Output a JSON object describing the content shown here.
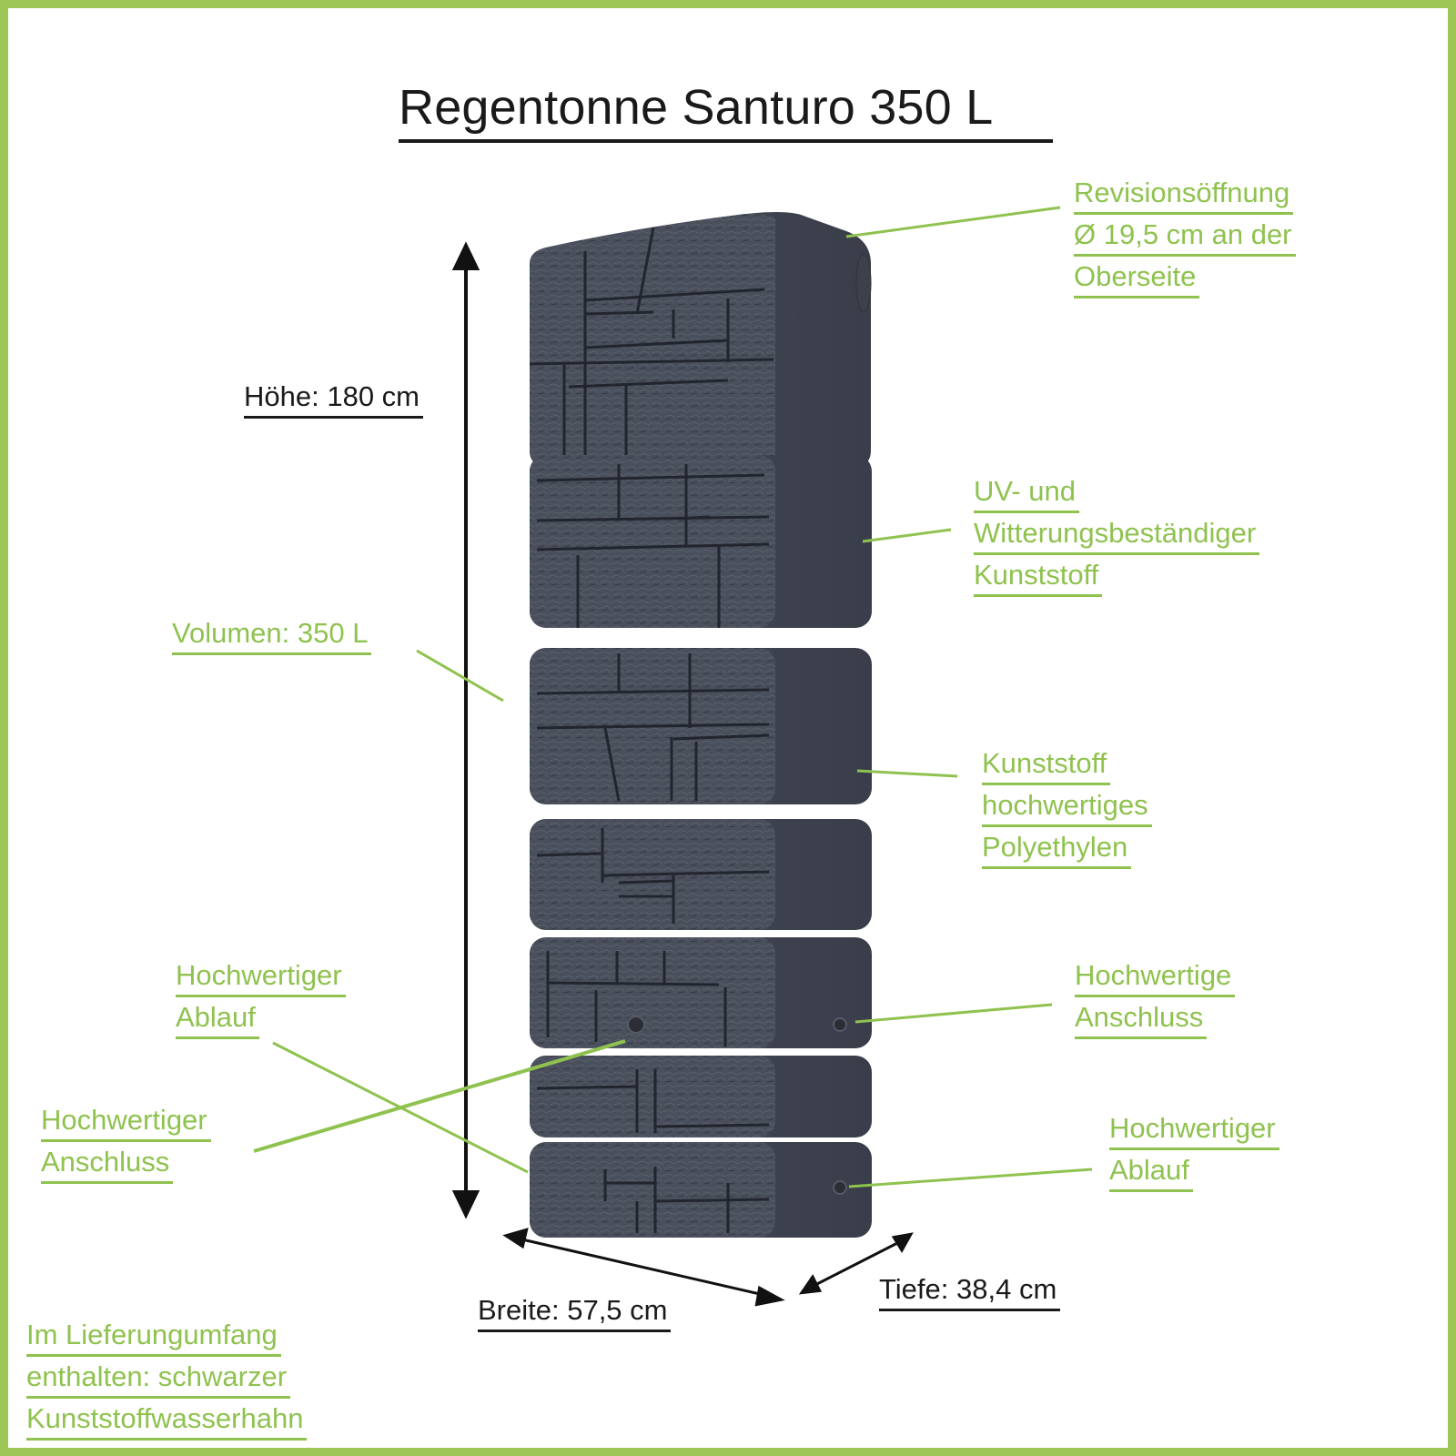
{
  "title": "Regentonne Santuro 350 L",
  "colors": {
    "accent_green": "#8fc24f",
    "border_green": "#9dc656",
    "text_dark": "#1a1a1a",
    "tank": "#3f4450"
  },
  "dimensions": {
    "height": "Höhe: 180 cm",
    "width": "Breite: 57,5 cm",
    "depth": "Tiefe: 38,4 cm"
  },
  "labels": {
    "revision": [
      "Revisionsöffnung",
      "Ø 19,5 cm an der",
      "Oberseite"
    ],
    "uv": [
      "UV- und",
      "Witterungsbeständiger",
      "Kunststoff"
    ],
    "volume": [
      "Volumen: 350 L"
    ],
    "material": [
      "Kunststoff",
      "hochwertiges",
      "Polyethylen"
    ],
    "outlet_left": [
      "Hochwertiger",
      "Ablauf"
    ],
    "connection_right": [
      "Hochwertige",
      "Anschluss"
    ],
    "connection_left": [
      "Hochwertiger",
      "Anschluss"
    ],
    "outlet_right": [
      "Hochwertiger",
      "Ablauf"
    ],
    "delivery": [
      "Im Lieferungumfang",
      "enthalten: schwarzer",
      "Kunststoffwasserhahn"
    ]
  }
}
